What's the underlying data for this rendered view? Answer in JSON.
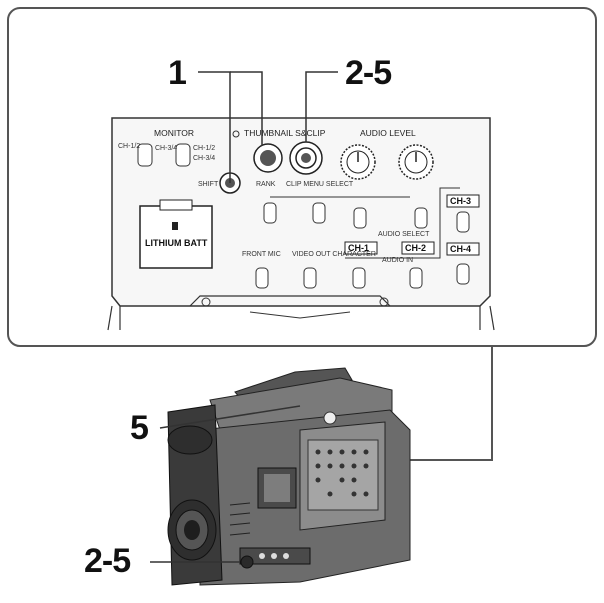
{
  "callouts": {
    "top_left": "1",
    "top_right": "2-5",
    "middle": "5",
    "bottom": "2-5"
  },
  "panel_labels": {
    "monitor": "MONITOR",
    "thumbnail_sclip": "THUMBNAIL S&CLIP",
    "audio_level": "AUDIO LEVEL",
    "shift": "SHIFT",
    "rank": "RANK",
    "clip_menu_select": "CLIP MENU SELECT",
    "lithium_batt": "LITHIUM BATT",
    "front_mic": "FRONT MIC",
    "video_out_character": "VIDEO OUT CHARACTER",
    "audio_select": "AUDIO SELECT",
    "audio_in": "AUDIO IN",
    "ch1": "CH-1",
    "ch2": "CH-2",
    "ch3": "CH-3",
    "ch4": "CH-4",
    "ch12": "CH-1/2",
    "ch34": "CH-3/4"
  },
  "colors": {
    "panel_outline": "#555555",
    "leader_line": "#333333",
    "camera_body": "#6e6e6e",
    "camera_dark": "#2e2e2e"
  }
}
